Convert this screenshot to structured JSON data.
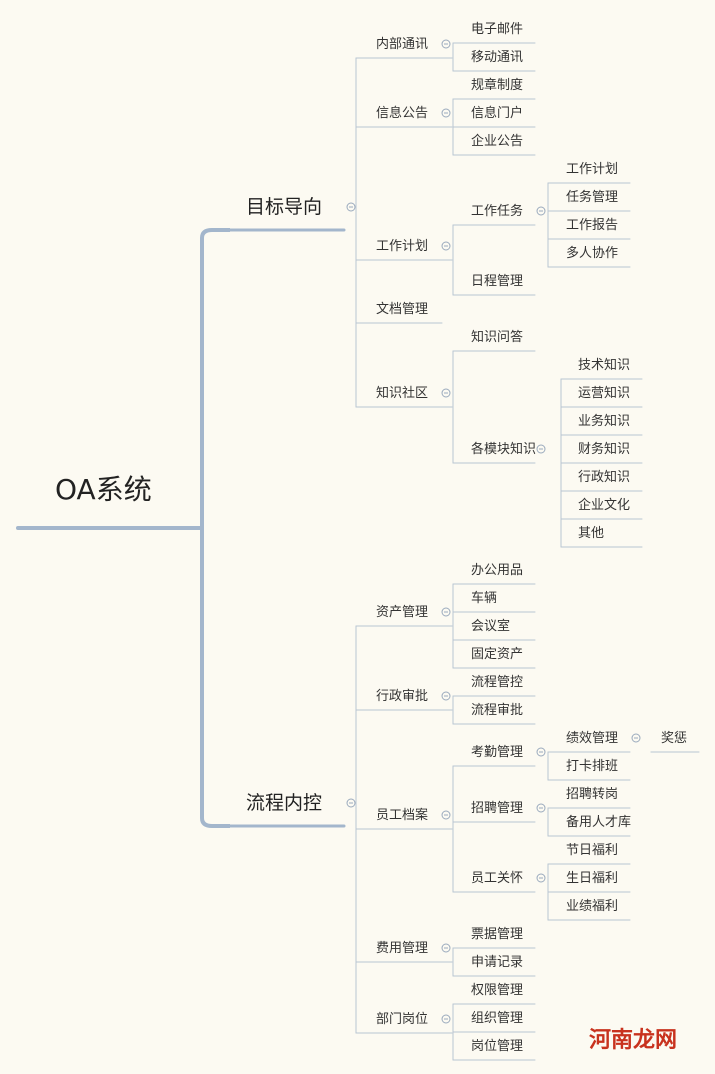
{
  "root": {
    "label": "OA系统"
  },
  "branches": [
    {
      "label": "目标导向",
      "children": [
        {
          "label": "内部通讯",
          "children": [
            {
              "label": "电子邮件"
            },
            {
              "label": "移动通讯"
            }
          ]
        },
        {
          "label": "信息公告",
          "children": [
            {
              "label": "规章制度"
            },
            {
              "label": "信息门户"
            },
            {
              "label": "企业公告"
            }
          ]
        },
        {
          "label": "工作计划",
          "children": [
            {
              "label": "工作任务",
              "children": [
                {
                  "label": "工作计划"
                },
                {
                  "label": "任务管理"
                },
                {
                  "label": "工作报告"
                },
                {
                  "label": "多人协作"
                }
              ]
            },
            {
              "label": "日程管理"
            }
          ]
        },
        {
          "label": "文档管理"
        },
        {
          "label": "知识社区",
          "children": [
            {
              "label": "知识问答"
            },
            {
              "label": "各模块知识",
              "children": [
                {
                  "label": "技术知识"
                },
                {
                  "label": "运营知识"
                },
                {
                  "label": "业务知识"
                },
                {
                  "label": "财务知识"
                },
                {
                  "label": "行政知识"
                },
                {
                  "label": "企业文化"
                },
                {
                  "label": "其他"
                }
              ]
            }
          ]
        }
      ]
    },
    {
      "label": "流程内控",
      "children": [
        {
          "label": "资产管理",
          "children": [
            {
              "label": "办公用品"
            },
            {
              "label": "车辆"
            },
            {
              "label": "会议室"
            },
            {
              "label": "固定资产"
            }
          ]
        },
        {
          "label": "行政审批",
          "children": [
            {
              "label": "流程管控"
            },
            {
              "label": "流程审批"
            }
          ]
        },
        {
          "label": "员工档案",
          "children": [
            {
              "label": "考勤管理",
              "children": [
                {
                  "label": "绩效管理",
                  "children": [
                    {
                      "label": "奖惩"
                    }
                  ]
                },
                {
                  "label": "打卡排班"
                }
              ]
            },
            {
              "label": "招聘管理",
              "children": [
                {
                  "label": "招聘转岗"
                },
                {
                  "label": "备用人才库"
                }
              ]
            },
            {
              "label": "员工关怀",
              "children": [
                {
                  "label": "节日福利"
                },
                {
                  "label": "生日福利"
                },
                {
                  "label": "业绩福利"
                }
              ]
            }
          ]
        },
        {
          "label": "费用管理",
          "children": [
            {
              "label": "票据管理"
            },
            {
              "label": "申请记录"
            }
          ]
        },
        {
          "label": "部门岗位",
          "children": [
            {
              "label": "权限管理"
            },
            {
              "label": "组织管理"
            },
            {
              "label": "岗位管理"
            }
          ]
        }
      ]
    }
  ],
  "watermark": "河南龙网",
  "colors": {
    "background": "#fcfaf2",
    "trunk": "#a3b6cc",
    "connector": "#b9c5d2",
    "watermark": "#c8321e"
  }
}
